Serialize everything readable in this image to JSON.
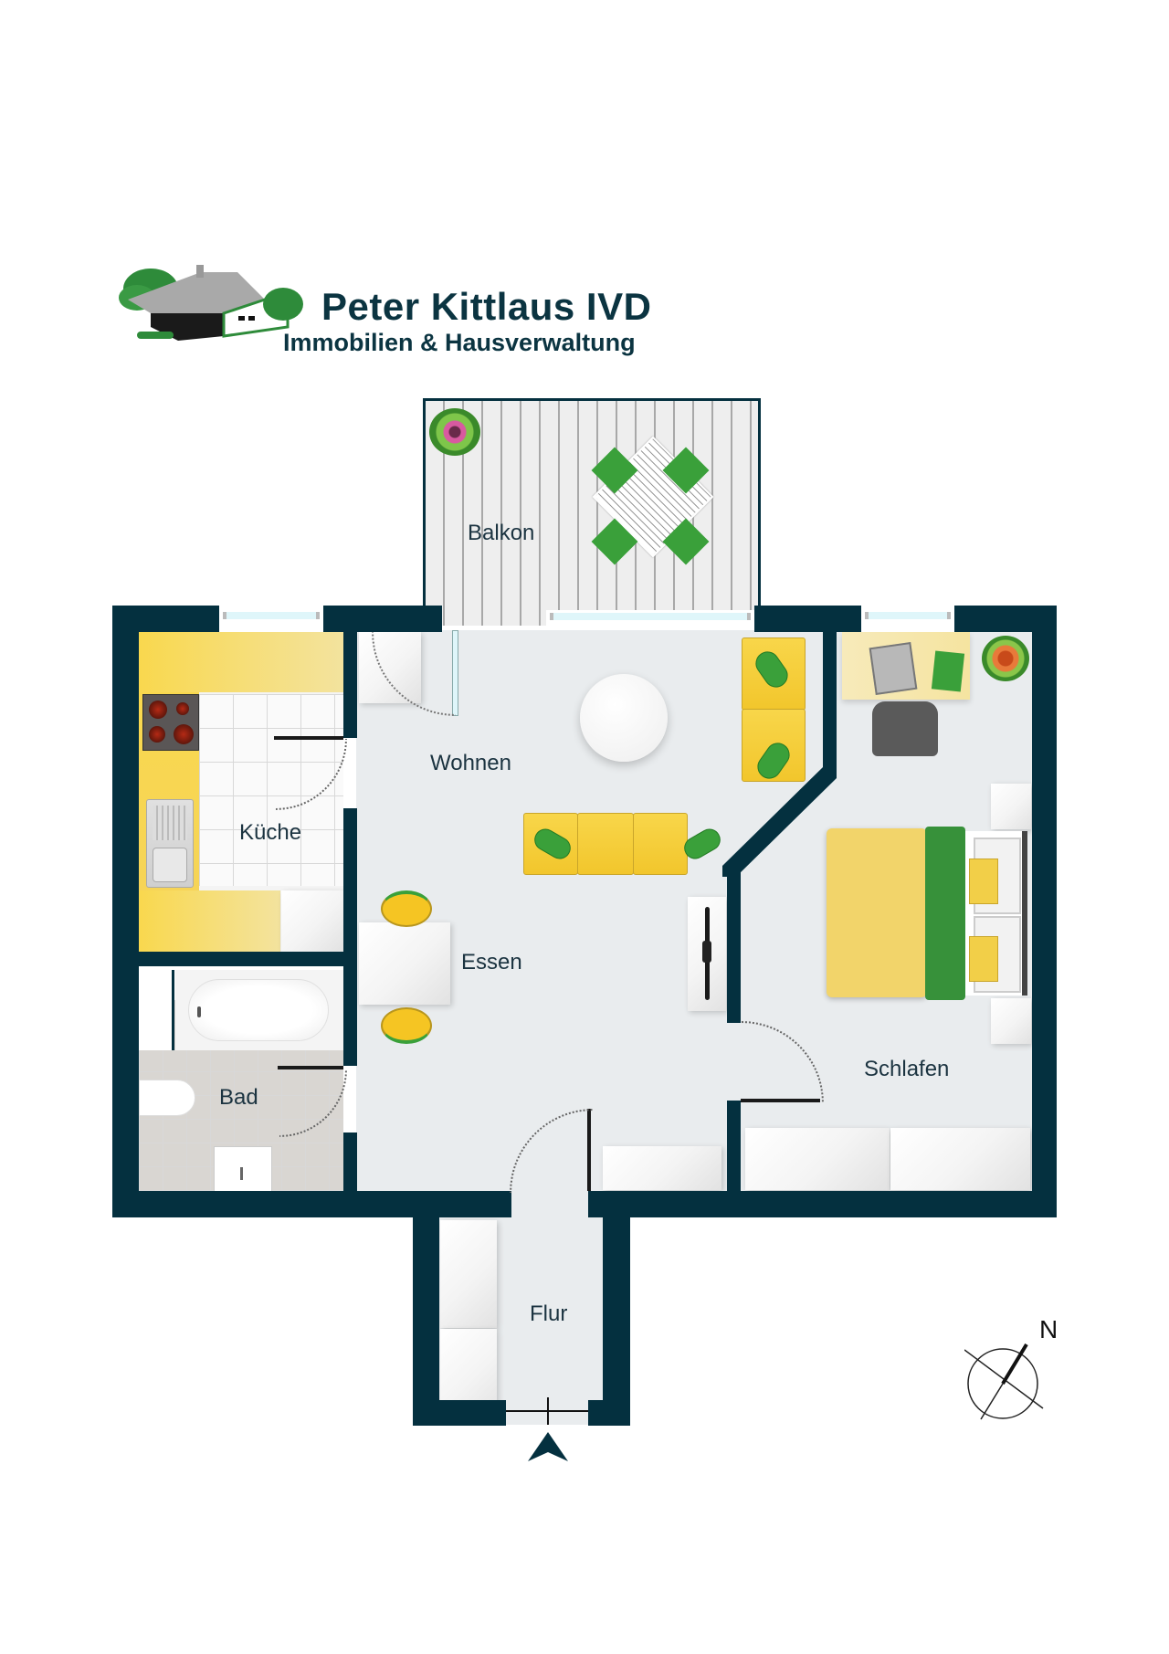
{
  "logo": {
    "title": "Peter Kittlaus IVD",
    "subtitle": "Immobilien & Hausverwaltung",
    "colors": {
      "text": "#0b3441",
      "green": "#2e8b3a",
      "roof": "#a9a9a9"
    }
  },
  "rooms": {
    "balkon": "Balkon",
    "wohnen": "Wohnen",
    "kueche": "Küche",
    "essen": "Essen",
    "bad": "Bad",
    "schlafen": "Schlafen",
    "flur": "Flur"
  },
  "compass": {
    "north_label": "N"
  },
  "colors": {
    "wall": "#04303f",
    "floor": "#e9ecee",
    "accent_yellow": "#f5cf3a",
    "accent_green": "#3aa03a",
    "window_glass": "#dff6fa"
  },
  "entrance": {
    "icon": "entrance-arrow-icon"
  }
}
